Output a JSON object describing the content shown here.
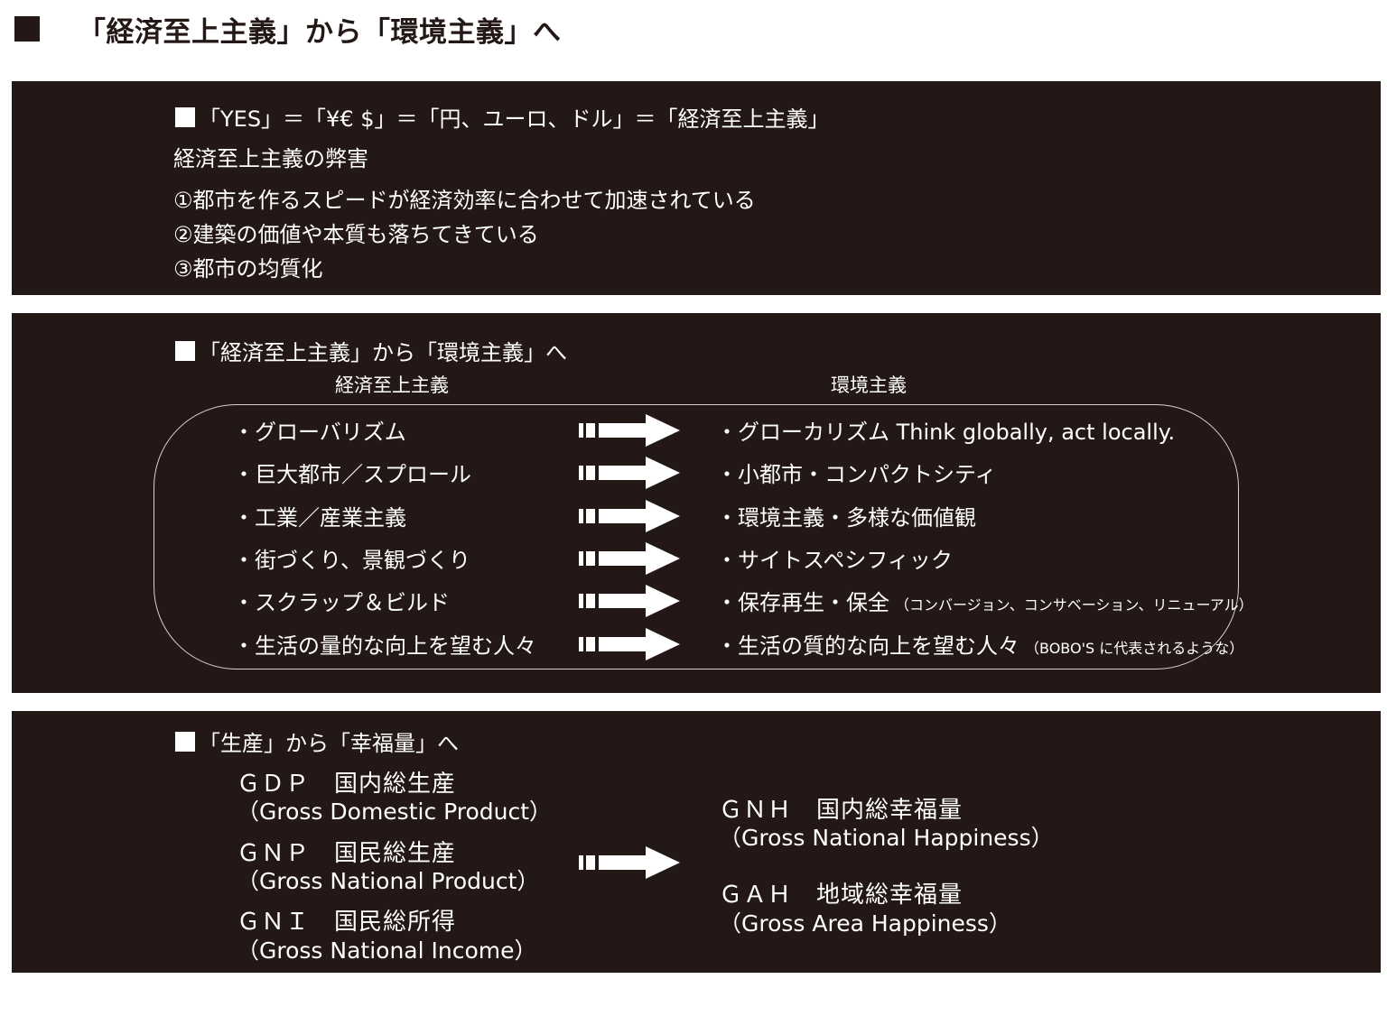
{
  "page": {
    "title": "「経済至上主義」から「環境主義」へ"
  },
  "panel1": {
    "heading": "「YES」＝「¥€ $」＝「円、ユーロ、ドル」＝「経済至上主義」",
    "subheading": "経済至上主義の弊害",
    "items": [
      "①都市を作るスピードが経済効率に合わせて加速されている",
      "②建築の価値や本質も落ちてきている",
      "③都市の均質化"
    ]
  },
  "panel2": {
    "heading": "「経済至上主義」から「環境主義」へ",
    "left_label": "経済至上主義",
    "right_label": "環境主義",
    "rows": [
      {
        "from": "・グローバリズム",
        "to": "・グローカリズム Think globally, act locally.",
        "note": ""
      },
      {
        "from": "・巨大都市／スプロール",
        "to": "・小都市・コンパクトシティ",
        "note": ""
      },
      {
        "from": "・工業／産業主義",
        "to": "・環境主義・多様な価値観",
        "note": ""
      },
      {
        "from": "・街づくり、景観づくり",
        "to": "・サイトスペシフィック",
        "note": ""
      },
      {
        "from": "・スクラップ＆ビルド",
        "to": "・保存再生・保全",
        "note": "（コンバージョン、コンサベーション、リニューアル）"
      },
      {
        "from": "・生活の量的な向上を望む人々",
        "to": "・生活の質的な向上を望む人々",
        "note": "（BOBO'S に代表されるような）"
      }
    ],
    "arrow_icon": "striped-right-arrow"
  },
  "panel3": {
    "heading": "「生産」から「幸福量」へ",
    "from": [
      {
        "abbr": "ＧＤＰ　国内総生産",
        "name": "（Gross Domestic Product）"
      },
      {
        "abbr": "ＧＮＰ　国民総生産",
        "name": "（Gross National Product）"
      },
      {
        "abbr": "ＧＮＩ　国民総所得",
        "name": "（Gross National Income）"
      }
    ],
    "to": [
      {
        "abbr": "ＧＮＨ　国内総幸福量",
        "name": "（Gross National Happiness）"
      },
      {
        "abbr": "ＧＡＨ　地域総幸福量",
        "name": "（Gross Area Happiness）"
      }
    ],
    "arrow_icon": "striped-right-arrow"
  },
  "colors": {
    "panel_bg": "#231816",
    "text_on_panel": "#ffffff",
    "page_bg": "#ffffff"
  }
}
